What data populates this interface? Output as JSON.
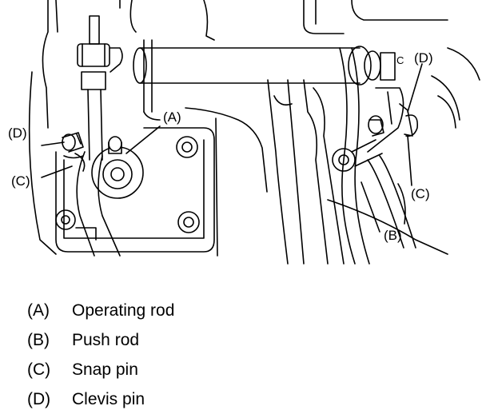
{
  "diagram": {
    "callouts": {
      "a": "(A)",
      "b": "(B)",
      "c_left": "(C)",
      "c_right": "(C)",
      "d_left": "(D)",
      "d_right": "(D)",
      "small_c": "C"
    }
  },
  "legend": [
    {
      "key": "(A)",
      "label": "Operating rod"
    },
    {
      "key": "(B)",
      "label": "Push rod"
    },
    {
      "key": "(C)",
      "label": "Snap pin"
    },
    {
      "key": "(D)",
      "label": "Clevis pin"
    }
  ]
}
